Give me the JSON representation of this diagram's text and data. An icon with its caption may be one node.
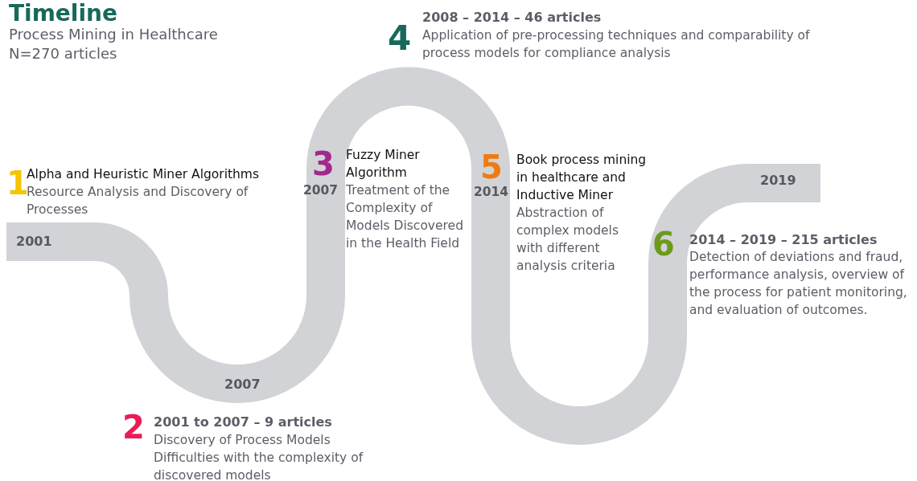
{
  "diagram": {
    "title": "Timeline",
    "labels": [
      "Process Mining in Healthcare",
      "N=270 articles",
      "4",
      "2008 – 2014 – 46 articles",
      "Application of pre-processing techniques and comparability of process models for compliance analysis",
      "1",
      "Alpha and Heuristic Miner Algorithms",
      "Resource Analysis and Discovery of Processes",
      "3",
      "Fuzzy Miner Algorithm",
      "2007",
      "Treatment of the Complexity of Models Discovered in the Health Field",
      "5",
      "Book process mining in healthcare and Inductive Miner",
      "2014",
      "Abstraction of complex models with different analysis criteria",
      "2019",
      "2001",
      "6",
      "2014 – 2019 – 215 articles",
      "Detection of deviations and fraud, performance analysis, overview of the process for patient monitoring, and evaluation of outcomes.",
      "2007",
      "2",
      "2001 to 2007 – 9 articles",
      "Discovery of Process Models",
      "Difficulties with the complexity of discovered models"
    ]
  }
}
